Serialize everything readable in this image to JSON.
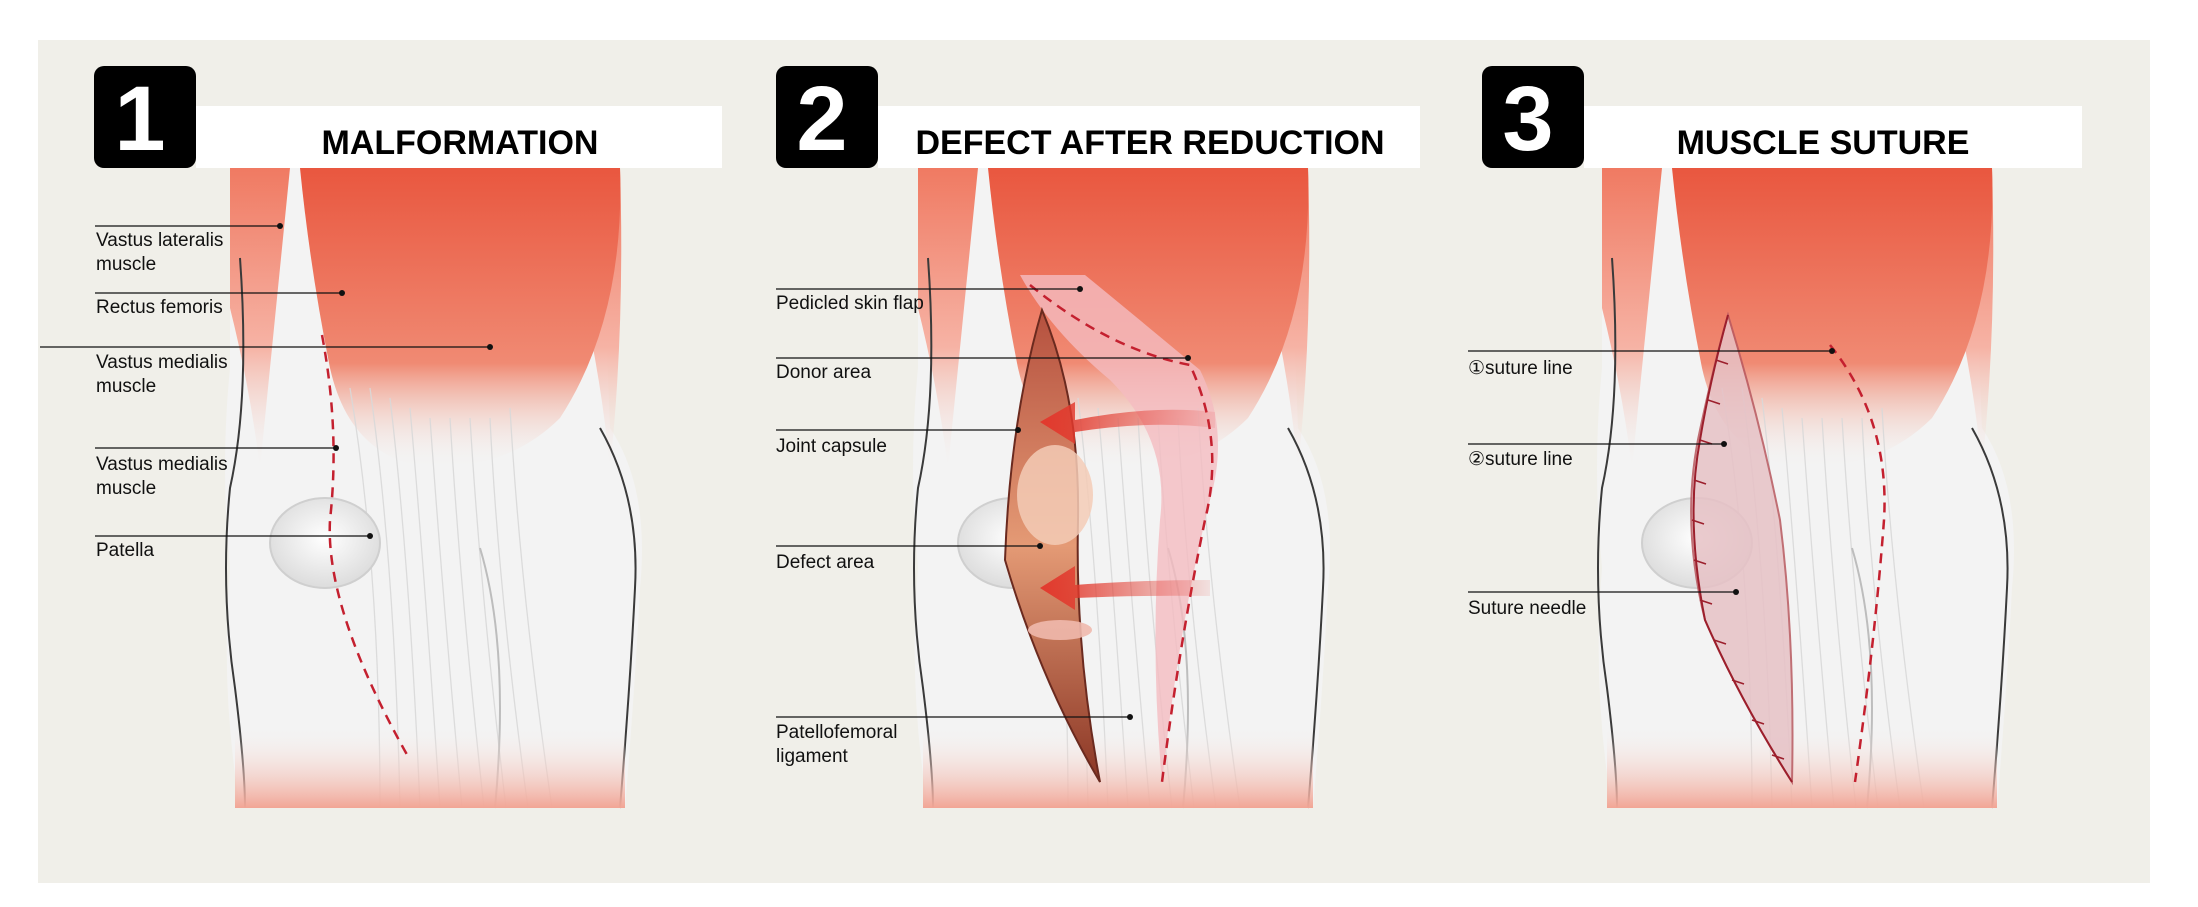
{
  "colors": {
    "background": "#f0efe9",
    "muscle": "#e8604a",
    "muscle_light": "#f4a493",
    "tendon": "#ececec",
    "suture": "#c4202f",
    "arrow": "#e2392d",
    "badge": "#000000"
  },
  "panels": [
    {
      "number": "1",
      "title": "MALFORMATION",
      "labels": [
        {
          "lines": [
            "Vastus lateralis",
            "muscle"
          ]
        },
        {
          "lines": [
            "Rectus femoris"
          ]
        },
        {
          "lines": [
            "Vastus medialis",
            "muscle"
          ]
        },
        {
          "lines": [
            "Vastus medialis",
            "muscle"
          ]
        },
        {
          "lines": [
            "Patella"
          ]
        }
      ]
    },
    {
      "number": "2",
      "title": "DEFECT AFTER REDUCTION",
      "labels": [
        {
          "lines": [
            "Pedicled skin flap"
          ]
        },
        {
          "lines": [
            "Donor area"
          ]
        },
        {
          "lines": [
            "Joint capsule"
          ]
        },
        {
          "lines": [
            "Defect area"
          ]
        },
        {
          "lines": [
            "Patellofemoral",
            "ligament"
          ]
        }
      ]
    },
    {
      "number": "3",
      "title": "MUSCLE SUTURE",
      "labels": [
        {
          "lines": [
            "①suture line"
          ]
        },
        {
          "lines": [
            "②suture line"
          ]
        },
        {
          "lines": [
            "Suture needle"
          ]
        }
      ]
    }
  ]
}
